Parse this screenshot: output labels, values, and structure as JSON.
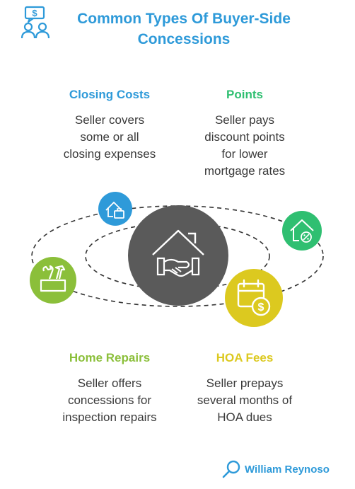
{
  "title": {
    "line1": "Common Types Of Buyer-Side",
    "line2": "Concessions"
  },
  "concessions": [
    {
      "name": "Closing Costs",
      "desc": [
        "Seller covers",
        "some or all",
        "closing expenses"
      ],
      "color": "#2e9ad9",
      "icon": "house-briefcase-icon"
    },
    {
      "name": "Points",
      "desc": [
        "Seller pays",
        "discount points",
        "for lower",
        "mortgage rates"
      ],
      "color": "#2fbf71",
      "icon": "house-percent-icon"
    },
    {
      "name": "Home Repairs",
      "desc": [
        "Seller offers",
        "concessions for",
        "inspection repairs"
      ],
      "color": "#8bbf3a",
      "icon": "toolbox-icon"
    },
    {
      "name": "HOA Fees",
      "desc": [
        "Seller prepays",
        "several months of",
        "HOA dues"
      ],
      "color": "#dcc91f",
      "icon": "calendar-dollar-icon"
    }
  ],
  "center": {
    "icon": "house-handshake-icon",
    "color": "#5a5a5a"
  },
  "brand": {
    "name": "William Reynoso",
    "icon": "magnifier-icon"
  }
}
